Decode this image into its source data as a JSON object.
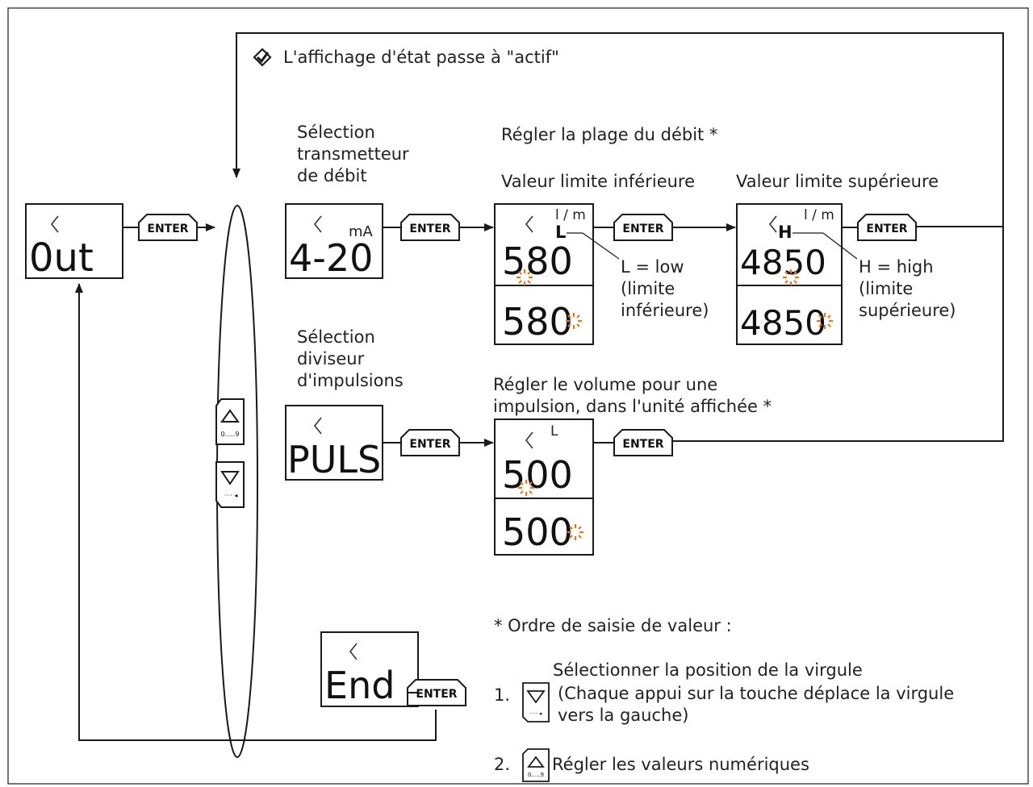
{
  "status_note": "L'affichage d'état passe à \"actif\"",
  "enter_label": "ENTER",
  "displays": {
    "out": "0ut",
    "current": "4-20",
    "current_unit": "mA",
    "puls": "PULS",
    "end": "End",
    "low_top": "580",
    "low_bottom": "580",
    "high_top": "4850",
    "high_bottom": "4850",
    "pulse_top": "500",
    "pulse_bottom": "500",
    "flow_unit": "l / m",
    "pulse_unit": "L",
    "low_letter": "L",
    "high_letter": "H"
  },
  "labels": {
    "select_flow": [
      "Sélection",
      "transmetteur",
      "de débit"
    ],
    "select_pulse": [
      "Sélection",
      "diviseur",
      "d'impulsions"
    ],
    "flow_range": "Régler la plage du débit *",
    "lower_limit": "Valeur limite inférieure",
    "upper_limit": "Valeur limite supérieure",
    "low_note": [
      "L = low",
      "(limite",
      "inférieure)"
    ],
    "high_note": [
      "H = high",
      "(limite",
      "supérieure)"
    ],
    "pulse_volume": [
      "Régler le volume pour une",
      "impulsion, dans l'unité affichée *"
    ]
  },
  "legend": {
    "title": "* Ordre de saisie de valeur :",
    "step1_num": "1.",
    "step1": "Sélectionner la position de la virgule",
    "step1_detail": [
      "(Chaque appui sur la touche déplace la virgule",
      "vers la gauche)"
    ],
    "step2_num": "2.",
    "step2": "Régler les valeurs numériques"
  },
  "keys": {
    "up_caption": "0.....9",
    "down_caption": "···· ◂"
  },
  "colors": {
    "line": "#1a1a1a",
    "blink": "#e8761e"
  }
}
